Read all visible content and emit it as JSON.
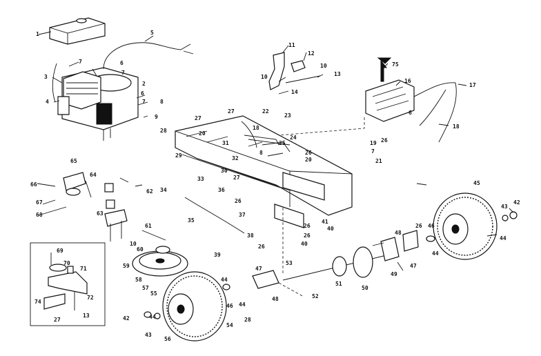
{
  "labels": {
    "l1": "1",
    "l2": "2",
    "l3": "3",
    "l4": "4",
    "l5": "5",
    "l6a": "6",
    "l7a": "7",
    "l7b": "7",
    "l7c": "7",
    "l8": "8",
    "l9": "9",
    "l6b": "6",
    "l10a": "10",
    "l10b": "10",
    "l11": "11",
    "l12": "12",
    "l13": "13",
    "l14": "14",
    "l75": "75",
    "l16": "16",
    "l17": "17",
    "l18a": "18",
    "l6c": "6",
    "l22": "22",
    "l23": "23",
    "l27a": "27",
    "l27b": "27",
    "l18b": "18",
    "l28": "28",
    "l24": "24",
    "l25": "25",
    "l29": "29",
    "l20a": "20",
    "l31": "31",
    "l8b": "8",
    "l32": "32",
    "l26a": "26",
    "l20b": "20",
    "l19": "19",
    "l26b": "26",
    "l7d": "7",
    "l21": "21",
    "l30": "30",
    "l27c": "27",
    "l33": "33",
    "l36": "36",
    "l34": "34",
    "l65": "65",
    "l66": "66",
    "l64": "64",
    "l62": "62",
    "l67": "67",
    "l68": "68",
    "l63": "63",
    "l35": "35",
    "l26c": "26",
    "l37": "37",
    "l61": "61",
    "l40": "40",
    "l26d": "26",
    "l26e": "26",
    "l40b": "40",
    "l45": "45",
    "l43a": "43",
    "l42a": "42",
    "l44a": "44",
    "l48": "48",
    "l26f": "26",
    "l46a": "46",
    "l44b": "44",
    "l47a": "47",
    "l49": "49",
    "l10c": "10",
    "l60": "60",
    "l38": "38",
    "l26g": "26",
    "l39": "39",
    "l69": "69",
    "l70": "70",
    "l71": "71",
    "l59": "59",
    "l58": "58",
    "l57": "57",
    "l55": "55",
    "l44c": "44",
    "l46b": "46",
    "l44d": "44",
    "l47b": "47",
    "l48b": "48",
    "l53": "53",
    "l51": "51",
    "l50": "50",
    "l52": "52",
    "l28b": "28",
    "l72": "72",
    "l74": "74",
    "l27d": "27",
    "l13b": "13",
    "l54": "54",
    "l56": "56",
    "l42b": "42",
    "l43b": "43",
    "l44e": "44",
    "l41": "41"
  }
}
